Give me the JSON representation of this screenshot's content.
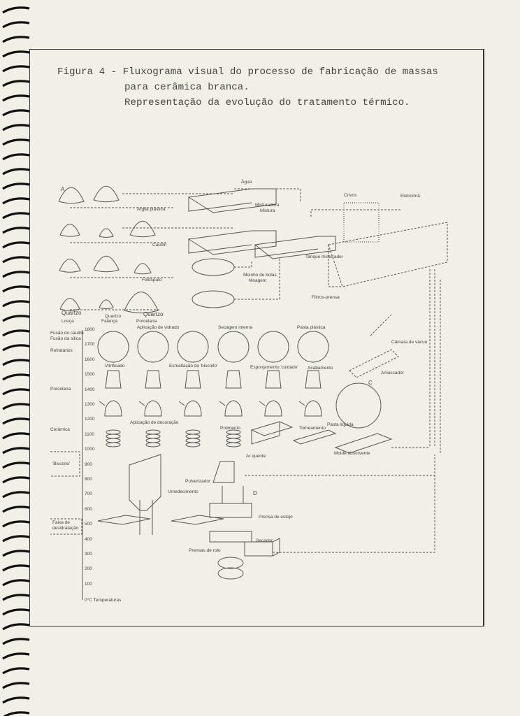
{
  "caption": {
    "line1": "Figura 4 - Fluxograma visual do processo de fabricação de massas",
    "line2": "para cerâmica branca.",
    "line3": "Representação da evolução do tratamento térmico."
  },
  "materials": {
    "marker_a": "A",
    "argila": "Argila plástica",
    "caulim": "Caulim",
    "feldspato": "Feldspato",
    "quartzo1": "Quartzo",
    "quartzo2": "Quartzo",
    "quartzo3": "Quartzo",
    "louca": "Louça",
    "faianca": "Faiança",
    "porcelana": "Porcelana"
  },
  "equipment": {
    "agua": "Água",
    "misturadora": "Misturadora",
    "mistura": "Mistura",
    "moinho": "Moinho de bolas",
    "moagem": "Moagem",
    "crivos": "Crivos",
    "eletroima": "Eletroímã",
    "tanque": "Tanque misturador",
    "filtros": "Filtros-prensa",
    "pasta_plastica": "Pasta plástica",
    "camara_vacuo": "Câmara de vácuo",
    "amassador": "Amassador",
    "marker_c": "C",
    "pasta_liquida": "Pasta líquida",
    "molde": "Molde absorvente",
    "ar_quente": "Ar quente",
    "pulverizador": "Pulverizador",
    "umedecimento": "Umedecimento",
    "marker_d": "D",
    "prensa_estojo": "Prensa de estojo",
    "secador": "Secador",
    "prensas_rolo": "Prensas de rolo"
  },
  "stages": {
    "aplic_vidrado": "Aplicação de vidrado",
    "secagem": "Secagem interna",
    "vitrificado": "Vitrificado",
    "esmaltacao": "Esmaltação do 'biscoito'",
    "esponjamento": "Esponjamento 'cuidado'",
    "acabamento": "Acabamento",
    "aplic_decoracao": "Aplicação de decoração",
    "polimento": "Polimento",
    "torneamento": "Torneamento"
  },
  "scale": {
    "ticks": [
      "1800",
      "1700",
      "1600",
      "1500",
      "1400",
      "1300",
      "1200",
      "1100",
      "1000",
      "900",
      "800",
      "700",
      "600",
      "500",
      "400",
      "300",
      "200",
      "100"
    ],
    "unit": "0°C  Temperaturas",
    "fusao_caulim": "Fusão do caulim",
    "fusao_silica": "Fusão da sílica",
    "refratarios": "Refratários",
    "porcelana": "Porcelana",
    "ceramica": "Cerâmica",
    "biscoito": "'Biscoito'",
    "faixa1": "Faixa de",
    "faixa2": "desidratação"
  }
}
